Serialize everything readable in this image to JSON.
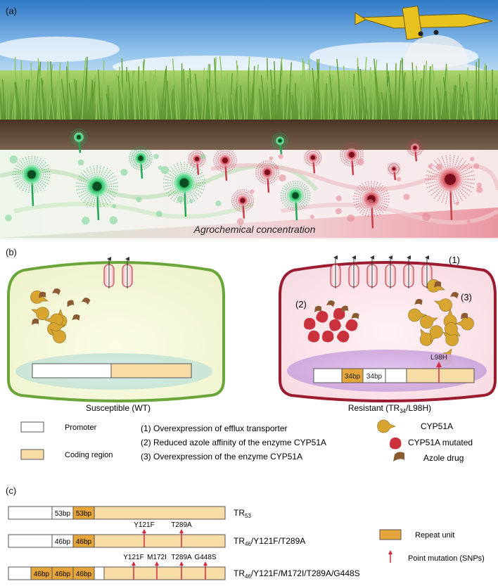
{
  "panel_a": {
    "label": "(a)",
    "gradient_label": "Agrochemical concentration"
  },
  "panel_b": {
    "label": "(b)",
    "susceptible_caption": "Susceptible (WT)",
    "resistant_caption_prefix": "Resistant (TR",
    "resistant_caption_sub": "34",
    "resistant_caption_suffix": "/L98H)",
    "marker_1": "(1)",
    "marker_2": "(2)",
    "marker_3": "(3)",
    "repeat_a": "34bp",
    "repeat_b": "34bp",
    "mutation": "L98H",
    "legend": {
      "promoter": "Promoter",
      "coding": "Coding region",
      "item1": "(1)  Overexpression of efflux transporter",
      "item2": "(2)  Reduced azole affinity of the enzyme CYP51A",
      "item3": "(3)  Overexpression of the enzyme CYP51A",
      "cyp51a": "CYP51A",
      "cyp51a_mut": "CYP51A mutated",
      "azole": "Azole drug"
    },
    "colors": {
      "wt_border": "#6aa53a",
      "res_border": "#9b1b30",
      "coding": "#f7dca6",
      "repeat": "#e6a53a",
      "enzyme": "#d9a531",
      "enzyme_mut": "#c9323c",
      "azole": "#8a5a32"
    }
  },
  "panel_c": {
    "label": "(c)",
    "rows": [
      {
        "name_main": "TR",
        "name_sub": "53",
        "name_rest": "",
        "repeats": [
          "53bp",
          "53bp"
        ],
        "mutations": []
      },
      {
        "name_main": "TR",
        "name_sub": "46",
        "name_rest": "/Y121F/T289A",
        "repeats": [
          "46bp",
          "46bp"
        ],
        "mutations": [
          "Y121F",
          "T289A"
        ]
      },
      {
        "name_main": "TR",
        "name_sub": "46",
        "name_rest": "/Y121F/M172I/T289A/G448S",
        "repeats": [
          "46bp",
          "46bp",
          "46bp"
        ],
        "mutations": [
          "Y121F",
          "M172I",
          "T289A",
          "G448S"
        ]
      }
    ],
    "legend_repeat": "Repeat unit",
    "legend_point": "Point mutation (SNPs)"
  }
}
